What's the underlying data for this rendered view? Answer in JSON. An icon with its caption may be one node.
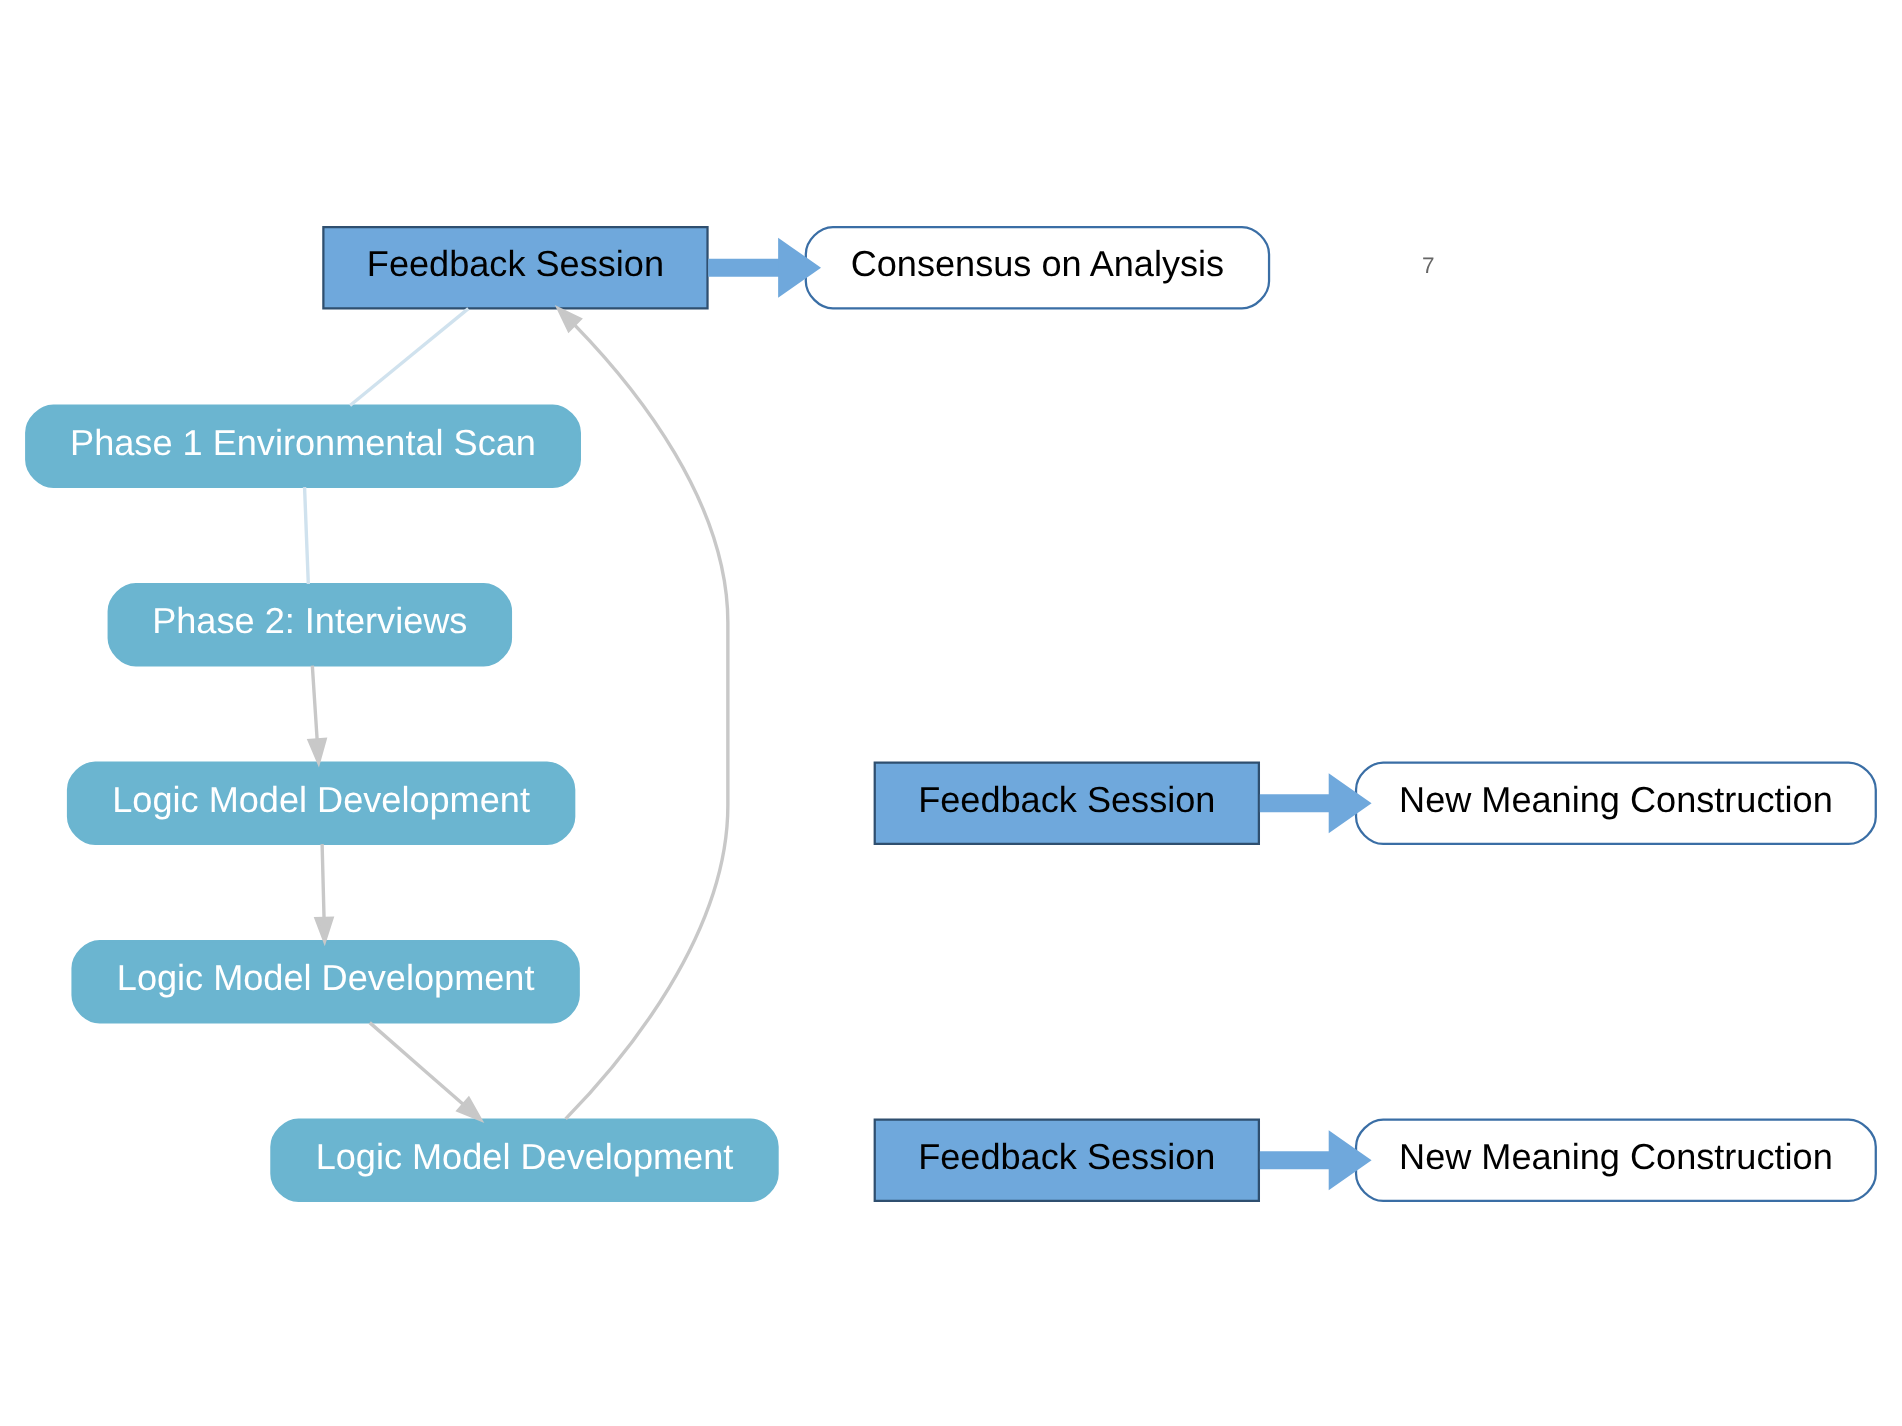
{
  "diagram": {
    "nodes": [
      {
        "text": [
          "Consensus on Analysis"
        ]
      },
      {
        "text": [
          "Feedback Session"
        ]
      },
      {
        "text": [
          "Phase 1 Environmental Scan"
        ]
      },
      {
        "text": [
          "Phase 2: Interviews"
        ]
      },
      {
        "text": [
          "Logic Model Development"
        ]
      },
      {
        "text": [
          "Feedback Session"
        ]
      },
      {
        "text": [
          "New Meaning Construction"
        ]
      },
      {
        "text": [
          "Logic Model Development"
        ]
      },
      {
        "text": [
          "Logic Model Development"
        ]
      },
      {
        "text": [
          "Feedback Session"
        ]
      },
      {
        "text": [
          "New Meaning Construction"
        ]
      }
    ],
    "edges": [
      {
        "from": 1,
        "to": 0,
        "arrow": "to",
        "style": "thick",
        "color": "#6fa8dc"
      },
      {
        "from": 1,
        "to": 2,
        "arrow": "none",
        "color": "#d0e2ee"
      },
      {
        "from": 2,
        "to": 3,
        "arrow": "none",
        "color": "#d0e2ee"
      },
      {
        "from": 3,
        "to": 4,
        "arrow": "to"
      },
      {
        "from": 5,
        "to": 6,
        "arrow": "to",
        "style": "thick",
        "color": "#6fa8dc"
      },
      {
        "from": 4,
        "to": 7,
        "arrow": "to"
      },
      {
        "from": 7,
        "to": 8,
        "arrow": "to"
      },
      {
        "from": 9,
        "to": 10,
        "arrow": "to",
        "style": "thick",
        "color": "#6fa8dc"
      },
      {
        "from": 8,
        "to": 1,
        "arrow": "to"
      }
    ],
    "labels": [
      "7"
    ]
  }
}
